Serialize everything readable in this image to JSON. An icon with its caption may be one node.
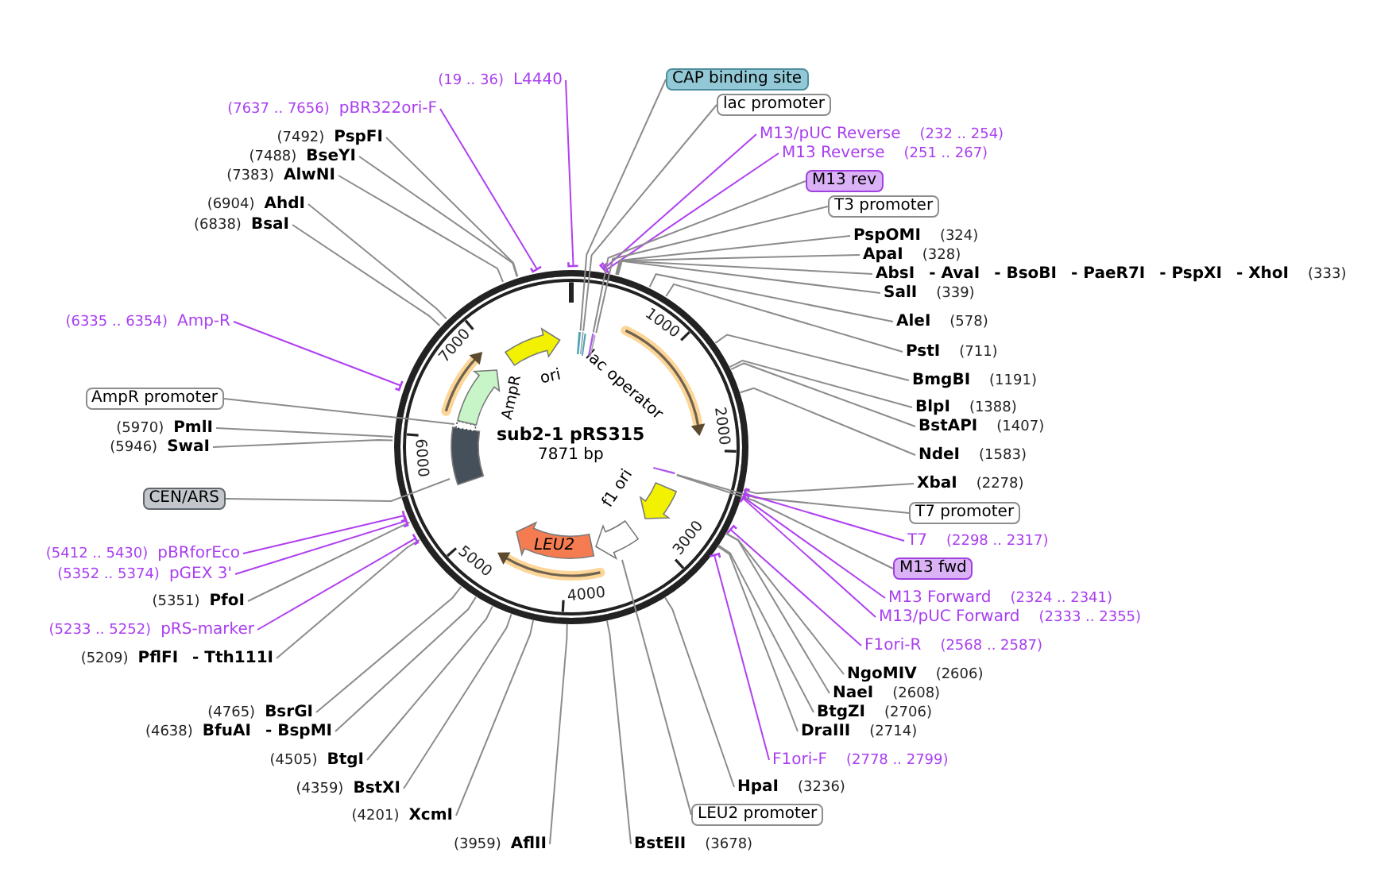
{
  "diagram": {
    "nodes": [
      {
        "text": [
          "sub2-1 pRS315",
          "7871 bp"
        ]
      },
      {
        "text": [],
        "shape": "bar",
        "in": 0
      },
      {
        "text": [],
        "shape": "bar",
        "in": 0
      },
      {
        "text": [
          "lac operator"
        ],
        "in": 0
      },
      {
        "text": [],
        "shape": "bar",
        "in": 0
      },
      {
        "text": [],
        "shape": "bar",
        "in": 0
      },
      {
        "text": [],
        "shape": "bar",
        "in": 0
      },
      {
        "text": [
          "f1 ori"
        ],
        "in": 0
      },
      {
        "text": [],
        "shape": "arrow",
        "in": 0
      },
      {
        "text": [
          "LEU2"
        ],
        "in": 0
      },
      {
        "text": [],
        "shape": "bar",
        "in": 0
      },
      {
        "text": [],
        "shape": "bar",
        "in": 0
      },
      {
        "text": [
          "AmpR"
        ],
        "in": 0
      },
      {
        "text": [
          "ori"
        ],
        "in": 0
      },
      {
        "text": [
          "(19 .. 36)",
          "L4440"
        ]
      },
      {
        "text": [
          "CAP binding site"
        ]
      },
      {
        "text": [
          "lac promoter"
        ]
      },
      {
        "text": [
          "M13/pUC Reverse",
          "(232 .. 254)"
        ]
      },
      {
        "text": [
          "M13 Reverse",
          "(251 .. 267)"
        ]
      },
      {
        "text": [
          "M13 rev"
        ]
      },
      {
        "text": [
          "T3 promoter"
        ]
      },
      {
        "text": [
          "PspOMI",
          "(324)"
        ]
      },
      {
        "text": [
          "ApaI",
          "(328)"
        ]
      },
      {
        "text": [
          "AbsI",
          "- AvaI",
          "- BsoBI",
          "- PaeR7I",
          "- PspXI",
          "- XhoI",
          "(333)"
        ]
      },
      {
        "text": [
          "SalI",
          "(339)"
        ]
      },
      {
        "text": [
          "AleI",
          "(578)"
        ]
      },
      {
        "text": [
          "PstI",
          "(711)"
        ]
      },
      {
        "text": [
          "BmgBI",
          "(1191)"
        ]
      },
      {
        "text": [
          "BlpI",
          "(1388)"
        ]
      },
      {
        "text": [
          "BstAPI",
          "(1407)"
        ]
      },
      {
        "text": [
          "NdeI",
          "(1583)"
        ]
      },
      {
        "text": [
          "XbaI",
          "(2278)"
        ]
      },
      {
        "text": [
          "T7 promoter"
        ]
      },
      {
        "text": [
          "T7",
          "(2298 .. 2317)"
        ]
      },
      {
        "text": [
          "M13 fwd"
        ]
      },
      {
        "text": [
          "M13 Forward",
          "(2324 .. 2341)"
        ]
      },
      {
        "text": [
          "M13/pUC Forward",
          "(2333 .. 2355)"
        ]
      },
      {
        "text": [
          "F1ori-R",
          "(2568 .. 2587)"
        ]
      },
      {
        "text": [
          "NgoMIV",
          "(2606)"
        ]
      },
      {
        "text": [
          "NaeI",
          "(2608)"
        ]
      },
      {
        "text": [
          "BtgZI",
          "(2706)"
        ]
      },
      {
        "text": [
          "DraIII",
          "(2714)"
        ]
      },
      {
        "text": [
          "F1ori-F",
          "(2778 .. 2799)"
        ]
      },
      {
        "text": [
          "HpaI",
          "(3236)"
        ]
      },
      {
        "text": [
          "LEU2 promoter"
        ]
      },
      {
        "text": [
          "BstEII",
          "(3678)"
        ]
      },
      {
        "text": [
          "(3959)",
          "AflII"
        ]
      },
      {
        "text": [
          "(4201)",
          "XcmI"
        ]
      },
      {
        "text": [
          "(4359)",
          "BstXI"
        ]
      },
      {
        "text": [
          "(4505)",
          "BtgI"
        ]
      },
      {
        "text": [
          "(4638)",
          "BfuAI",
          "- BspMI"
        ]
      },
      {
        "text": [
          "(4765)",
          "BsrGI"
        ]
      },
      {
        "text": [
          "(5209)",
          "PflFI",
          "- Tth111I"
        ]
      },
      {
        "text": [
          "(5233 .. 5252)",
          "pRS-marker"
        ]
      },
      {
        "text": [
          "(5351)",
          "PfoI"
        ]
      },
      {
        "text": [
          "(5352 .. 5374)",
          "pGEX 3'"
        ]
      },
      {
        "text": [
          "(5412 .. 5430)",
          "pBRforEco"
        ]
      },
      {
        "text": [
          "CEN/ARS"
        ]
      },
      {
        "text": [
          "(5946)",
          "SwaI"
        ]
      },
      {
        "text": [
          "(5970)",
          "PmlI"
        ]
      },
      {
        "text": [
          "AmpR promoter"
        ]
      },
      {
        "text": [
          "(6335 .. 6354)",
          "Amp-R"
        ]
      },
      {
        "text": [
          "(6838)",
          "BsaI"
        ]
      },
      {
        "text": [
          "(6904)",
          "AhdI"
        ]
      },
      {
        "text": [
          "(7383)",
          "AlwNI"
        ]
      },
      {
        "text": [
          "(7488)",
          "BseYI"
        ]
      },
      {
        "text": [
          "(7492)",
          "PspFI"
        ]
      },
      {
        "text": [
          "(7637 .. 7656)",
          "pBR322ori-F"
        ]
      }
    ],
    "edges": [
      {
        "from": 14,
        "to": 0,
        "arrow": "other",
        "color": "#b040f0"
      },
      {
        "from": 15,
        "to": 1,
        "arrow": "none"
      },
      {
        "from": 16,
        "to": 2,
        "arrow": "none"
      },
      {
        "from": 17,
        "to": 0,
        "arrow": "other",
        "color": "#b040f0"
      },
      {
        "from": 18,
        "to": 0,
        "arrow": "other",
        "color": "#b040f0"
      },
      {
        "from": 19,
        "to": 4,
        "arrow": "none"
      },
      {
        "from": 20,
        "to": 5,
        "arrow": "none"
      },
      {
        "from": 21,
        "to": 0,
        "arrow": "none"
      },
      {
        "from": 22,
        "to": 0,
        "arrow": "none"
      },
      {
        "from": 23,
        "to": 0,
        "arrow": "none"
      },
      {
        "from": 24,
        "to": 0,
        "arrow": "none"
      },
      {
        "from": 25,
        "to": 0,
        "arrow": "none"
      },
      {
        "from": 26,
        "to": 0,
        "arrow": "none"
      },
      {
        "from": 27,
        "to": 0,
        "arrow": "none"
      },
      {
        "from": 28,
        "to": 0,
        "arrow": "none"
      },
      {
        "from": 29,
        "to": 0,
        "arrow": "none"
      },
      {
        "from": 30,
        "to": 0,
        "arrow": "none"
      },
      {
        "from": 31,
        "to": 0,
        "arrow": "none"
      },
      {
        "from": 32,
        "to": 6,
        "arrow": "none"
      },
      {
        "from": 33,
        "to": 0,
        "arrow": "other",
        "color": "#b040f0"
      },
      {
        "from": 34,
        "to": 6,
        "arrow": "none"
      },
      {
        "from": 35,
        "to": 0,
        "arrow": "other",
        "color": "#b040f0"
      },
      {
        "from": 36,
        "to": 0,
        "arrow": "other",
        "color": "#b040f0"
      },
      {
        "from": 37,
        "to": 0,
        "arrow": "other",
        "color": "#b040f0"
      },
      {
        "from": 38,
        "to": 0,
        "arrow": "none"
      },
      {
        "from": 39,
        "to": 0,
        "arrow": "none"
      },
      {
        "from": 40,
        "to": 0,
        "arrow": "none"
      },
      {
        "from": 41,
        "to": 0,
        "arrow": "none"
      },
      {
        "from": 42,
        "to": 0,
        "arrow": "other",
        "color": "#b040f0"
      },
      {
        "from": 43,
        "to": 0,
        "arrow": "none"
      },
      {
        "from": 44,
        "to": 8,
        "arrow": "none"
      },
      {
        "from": 45,
        "to": 0,
        "arrow": "none"
      },
      {
        "from": 46,
        "to": 0,
        "arrow": "none"
      },
      {
        "from": 47,
        "to": 0,
        "arrow": "none"
      },
      {
        "from": 48,
        "to": 0,
        "arrow": "none"
      },
      {
        "from": 49,
        "to": 0,
        "arrow": "none"
      },
      {
        "from": 50,
        "to": 0,
        "arrow": "none"
      },
      {
        "from": 51,
        "to": 0,
        "arrow": "none"
      },
      {
        "from": 52,
        "to": 0,
        "arrow": "none"
      },
      {
        "from": 53,
        "to": 0,
        "arrow": "other",
        "color": "#b040f0"
      },
      {
        "from": 54,
        "to": 0,
        "arrow": "none"
      },
      {
        "from": 55,
        "to": 0,
        "arrow": "other",
        "color": "#b040f0"
      },
      {
        "from": 56,
        "to": 0,
        "arrow": "other",
        "color": "#b040f0"
      },
      {
        "from": 57,
        "to": 10,
        "arrow": "none"
      },
      {
        "from": 58,
        "to": 0,
        "arrow": "none"
      },
      {
        "from": 59,
        "to": 0,
        "arrow": "none"
      },
      {
        "from": 60,
        "to": 11,
        "arrow": "none"
      },
      {
        "from": 61,
        "to": 0,
        "arrow": "other",
        "color": "#b040f0"
      },
      {
        "from": 62,
        "to": 0,
        "arrow": "none"
      },
      {
        "from": 63,
        "to": 0,
        "arrow": "none"
      },
      {
        "from": 64,
        "to": 0,
        "arrow": "none"
      },
      {
        "from": 65,
        "to": 0,
        "arrow": "none"
      },
      {
        "from": 66,
        "to": 0,
        "arrow": "none"
      },
      {
        "from": 67,
        "to": 0,
        "arrow": "other",
        "color": "#b040f0"
      }
    ],
    "labels": [
      "1000",
      "2000",
      "3000",
      "4000",
      "5000",
      "6000",
      "7000"
    ]
  }
}
